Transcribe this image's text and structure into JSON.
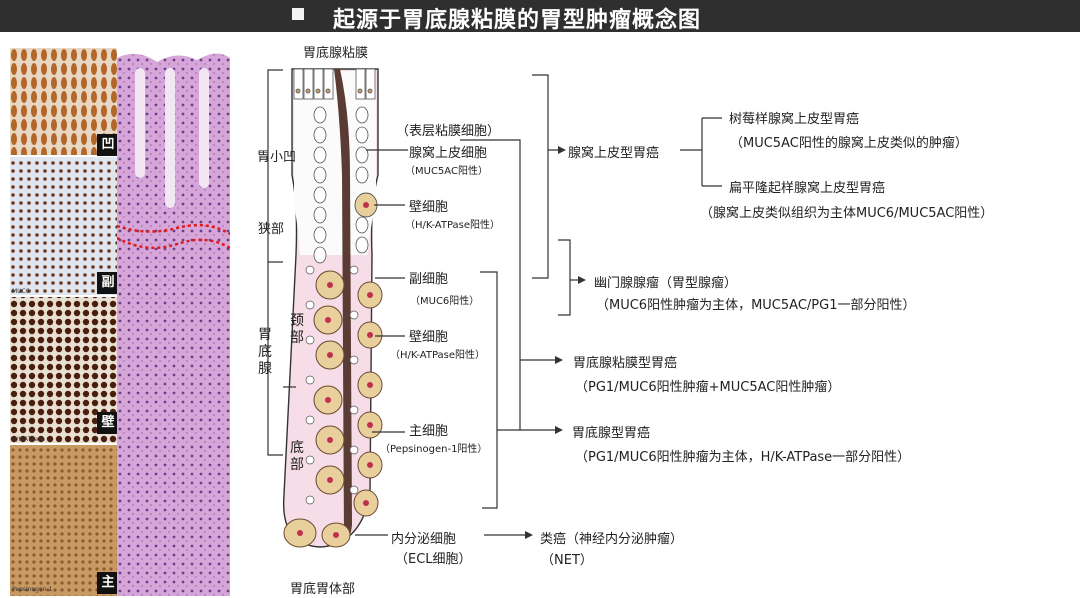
{
  "title": "起源于胃底腺粘膜的胃型肿瘤概念图",
  "colors": {
    "title_bg": "#2f2f2f",
    "brace": "#333333",
    "pink": "#f6dde7",
    "cell": "#e9cf9c",
    "nucleus": "#c0304e"
  },
  "stain_panels": [
    {
      "label": "凹",
      "caption": ""
    },
    {
      "label": "副",
      "caption": "MUC6"
    },
    {
      "label": "壁",
      "caption": "H/K-ATPase"
    },
    {
      "label": "主",
      "caption": "Pepsinogen-1"
    }
  ],
  "diagram": {
    "top_label": "胃底腺粘膜",
    "bottom_label": "胃底胃体部",
    "regions": {
      "foveola": "胃小凹",
      "isthmus": "狭部",
      "gland": "胃底腺",
      "neck": "颈部",
      "base": "底部"
    },
    "cells": [
      {
        "name": "（表层粘膜细胞）",
        "marker": ""
      },
      {
        "name": "腺窝上皮细胞",
        "marker": "（MUC5AC阳性）"
      },
      {
        "name": "壁细胞",
        "marker": "（H/K-ATPase阳性）"
      },
      {
        "name": "副细胞",
        "marker": "（MUC6阳性）"
      },
      {
        "name": "壁细胞",
        "marker": "（H/K-ATPase阳性）"
      },
      {
        "name": "主细胞",
        "marker": "（Pepsinogen-1阳性）"
      },
      {
        "name": "内分泌细胞",
        "marker": "（ECL细胞）"
      }
    ]
  },
  "tumors": {
    "foveolar": {
      "name": "腺窝上皮型胃癌",
      "sub1": {
        "name": "树莓样腺窝上皮型胃癌",
        "desc": "（MUC5AC阳性的腺窝上皮类似的肿瘤）"
      },
      "sub2": {
        "name": "扁平隆起样腺窝上皮型胃癌",
        "desc": "（腺窝上皮类似组织为主体MUC6/MUC5AC阳性）"
      }
    },
    "pyloric": {
      "name": "幽门腺腺瘤（胃型腺瘤）",
      "desc": "（MUC6阳性肿瘤为主体，MUC5AC/PG1一部分阳性）"
    },
    "fundic_mucosa": {
      "name": "胃底腺粘膜型胃癌",
      "desc": "（PG1/MUC6阳性肿瘤+MUC5AC阳性肿瘤）"
    },
    "fundic_gland": {
      "name": "胃底腺型胃癌",
      "desc": "（PG1/MUC6阳性肿瘤为主体，H/K-ATPase一部分阳性）"
    },
    "carcinoid": {
      "name": "类癌（神经内分泌肿瘤）",
      "desc": "（NET）"
    }
  }
}
